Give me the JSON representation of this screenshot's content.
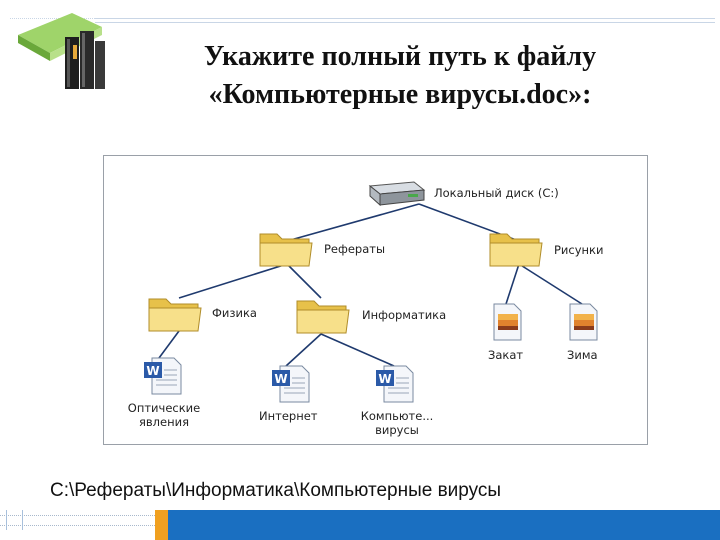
{
  "slide": {
    "title_line1": "Укажите полный путь к файлу",
    "title_line2": "«Компьютерные вирусы.doc»:",
    "answer": "C:\\Рефераты\\Информатика\\Компьютерные вирусы"
  },
  "tree": {
    "root": {
      "label": "Локальный диск (C:)",
      "icon": "hard-drive-icon"
    },
    "folder_referaty": {
      "label": "Рефераты",
      "icon": "folder-icon"
    },
    "folder_risunki": {
      "label": "Рисунки",
      "icon": "folder-icon"
    },
    "folder_fizika": {
      "label": "Физика",
      "icon": "folder-icon"
    },
    "folder_informatika": {
      "label": "Информатика",
      "icon": "folder-icon"
    },
    "file_zakat": {
      "label": "Закат",
      "icon": "image-file-icon"
    },
    "file_zima": {
      "label": "Зима",
      "icon": "image-file-icon"
    },
    "file_opticheskie": {
      "line1": "Оптические",
      "line2": "явления",
      "icon": "word-doc-icon"
    },
    "file_internet": {
      "label": "Интернет",
      "icon": "word-doc-icon"
    },
    "file_kompyutern": {
      "line1": "Компьюте...",
      "line2": "вирусы",
      "icon": "word-doc-icon"
    }
  },
  "colors": {
    "connector": "#1f3a6e",
    "folder": "#f2d466",
    "accent_bar": "#1a6fc1",
    "accent_orange": "#f0a020"
  }
}
